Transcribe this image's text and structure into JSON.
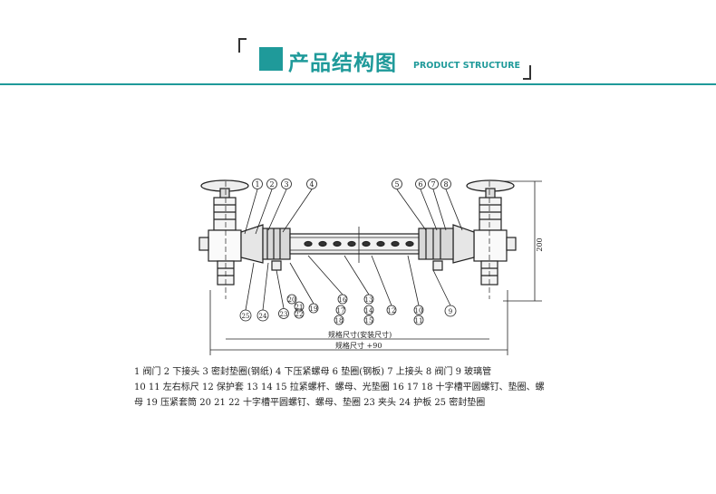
{
  "header": {
    "title_cn": "产品结构图",
    "title_en": "PRODUCT STRUCTURE",
    "accent_color": "#1f9a9a"
  },
  "diagram": {
    "callouts_top": [
      "1",
      "2",
      "3",
      "4",
      "5",
      "6",
      "7",
      "8"
    ],
    "callouts_bottom": [
      "25",
      "24",
      "23",
      "22",
      "21",
      "20",
      "19",
      "18",
      "17",
      "16",
      "15",
      "14",
      "13",
      "12",
      "11",
      "10",
      "9"
    ],
    "dim_install": "规格尺寸(安装尺寸)",
    "dim_spec": "规格尺寸 +90",
    "dim_height": "200"
  },
  "legend": [
    "1 阀门  2 下接头  3 密封垫圈(钢纸)  4 下压紧螺母  6 垫圈(钢板)  7 上接头  8 阀门  9 玻璃管",
    "10 11 左右标尺  12 保护套  13 14 15 拉紧螺杆、螺母、光垫圈  16 17 18 十字槽平圆螺钉、垫圈、螺",
    "母  19 压紧套筒  20 21 22 十字槽平圆螺钉、螺母、垫圈  23 夹头  24 护板  25 密封垫圈"
  ]
}
